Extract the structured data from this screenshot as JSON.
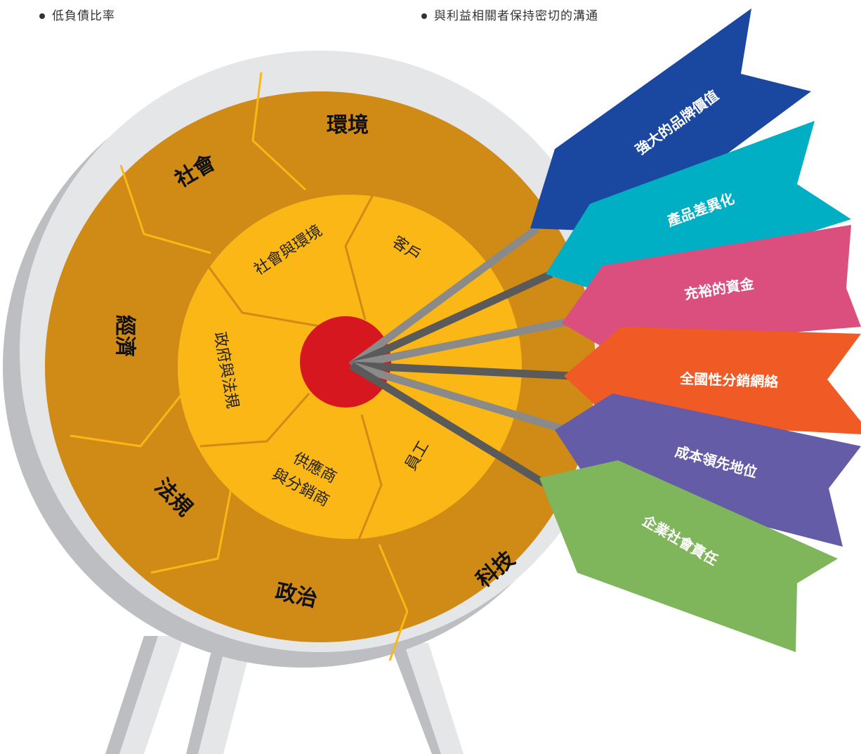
{
  "bullets": {
    "left": "低負債比率",
    "right": "與利益相關者保持密切的溝通"
  },
  "outer_ring": [
    "環境",
    "社會",
    "經濟",
    "法規",
    "政治",
    "科技"
  ],
  "inner_ring": {
    "social_env": "社會與環境",
    "customer": "客戶",
    "government": "政府與法規",
    "supplier_line1": "供應商",
    "supplier_line2": "與分銷商",
    "employee": "員工"
  },
  "arrows": [
    {
      "label": "強大的品牌價值",
      "color": "#1a47a0"
    },
    {
      "label": "產品差異化",
      "color": "#00afc3"
    },
    {
      "label": "充裕的資金",
      "color": "#da4f7d"
    },
    {
      "label": "全國性分銷網絡",
      "color": "#f05a24"
    },
    {
      "label": "成本領先地位",
      "color": "#655ca8"
    },
    {
      "label": "企業社會責任",
      "color": "#7fb55b"
    }
  ],
  "colors": {
    "outer_ring": "#d08a16",
    "inner_ring": "#fbb716",
    "bullseye": "#d6171f",
    "frame": "#e5e6e8",
    "frame_shadow": "#bcbec1"
  }
}
